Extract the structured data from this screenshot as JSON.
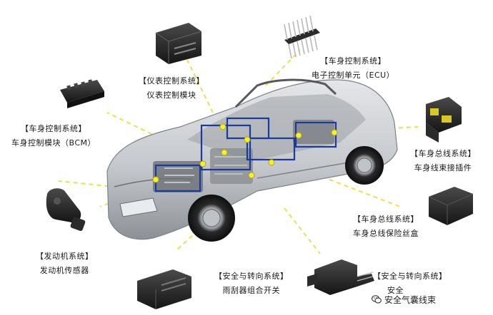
{
  "diagram": {
    "labels": [
      {
        "id": "ecu",
        "category": "【车身控制系统】",
        "name": "电子控制单元（ECU）"
      },
      {
        "id": "cluster",
        "category": "【仪表控制系统】",
        "name": "仪表控制模块"
      },
      {
        "id": "bcm",
        "category": "【车身控制系统】",
        "name": "车身控制模块（BCM）"
      },
      {
        "id": "harness",
        "category": "【车身总线系统】",
        "name": "车身线束接插件"
      },
      {
        "id": "fusebox",
        "category": "【车身总线系统】",
        "name": "车身总线保险丝盒"
      },
      {
        "id": "engine",
        "category": "【发动机系统】",
        "name": "发动机传感器"
      },
      {
        "id": "wiper",
        "category": "【安全与转向系统】",
        "name": "雨刮器组合开关"
      },
      {
        "id": "airbag",
        "category": "【安全与转向系统】",
        "name": "安全"
      }
    ],
    "watermark": "安全气囊线束",
    "colors": {
      "ray": "#e8e04a",
      "node": "#f2ee3a",
      "box": "#1a3a9c",
      "car_body": "#c9ccd1",
      "car_dark": "#6c7077",
      "component": "#2b2b2b"
    },
    "icons": [
      "connector-icon",
      "pin-header-icon",
      "relay-connector-icon",
      "fuse-box-icon",
      "sensor-icon",
      "switch-connector-icon",
      "wechat-icon"
    ]
  }
}
